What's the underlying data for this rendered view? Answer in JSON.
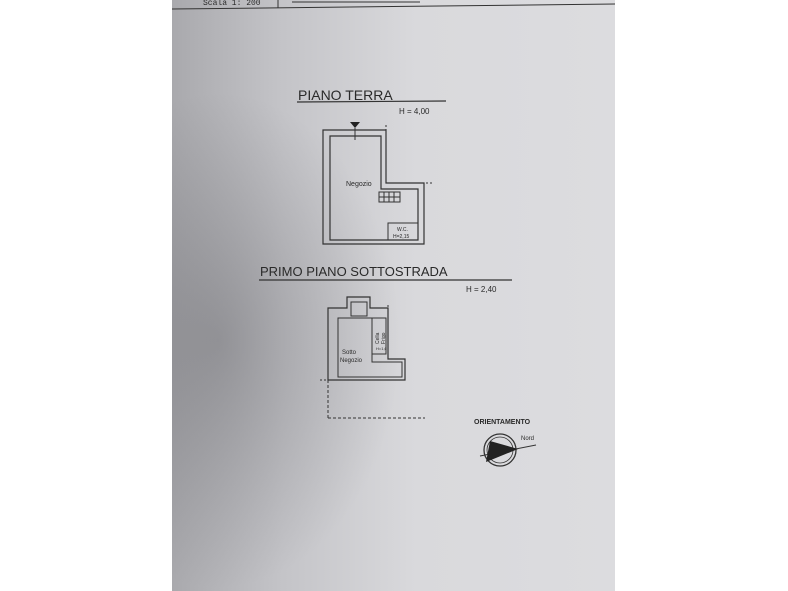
{
  "header": {
    "scale": "Scala 1: 200"
  },
  "ground_floor": {
    "title": "PIANO TERRA",
    "height": "H = 4,00",
    "room": "Negozio",
    "wc_label": "W.C.",
    "wc_height": "H=2,15"
  },
  "basement": {
    "title": "PRIMO PIANO SOTTOSTRADA",
    "height": "H = 2,40",
    "room_line1": "Sotto",
    "room_line2": "Negozio",
    "cell_line1": "Cella",
    "cell_line2": "Frigo",
    "cell_height": "H=1,6"
  },
  "orientation": {
    "title": "ORIENTAMENTO",
    "north": "Nord"
  }
}
